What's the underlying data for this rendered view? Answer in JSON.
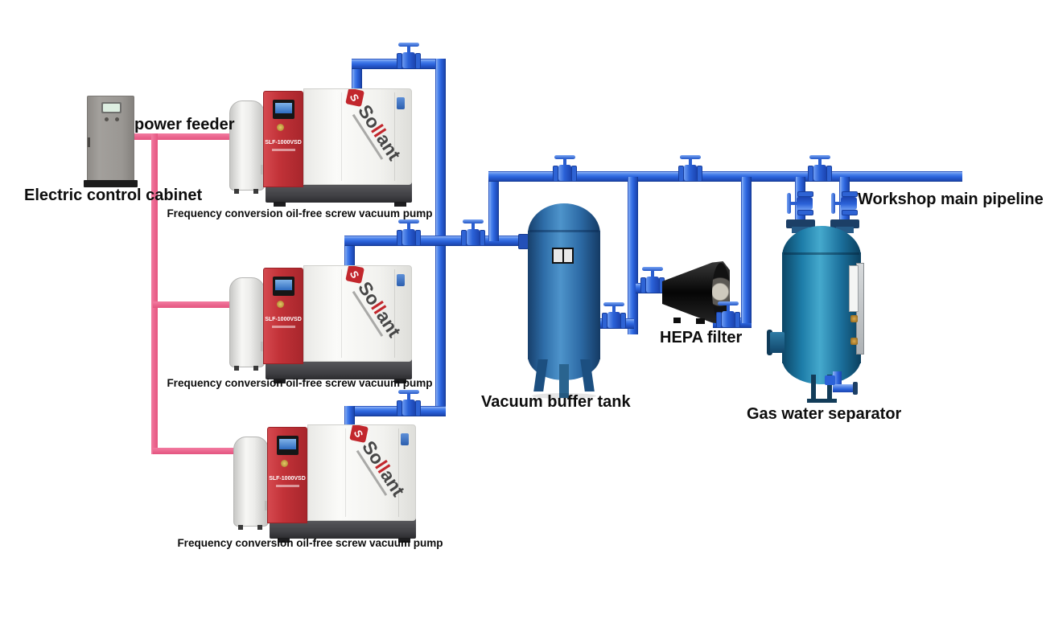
{
  "labels": {
    "power_feeder": "power feeder",
    "electric_control_cabinet": "Electric control cabinet",
    "vacuum_buffer_tank": "Vacuum buffer tank",
    "hepa_filter": "HEPA filter",
    "gas_water_separator": "Gas water separator",
    "workshop_main_pipeline": "Workshop main pipeline"
  },
  "brand": {
    "initial": "S",
    "p1": "So",
    "p2": "ll",
    "p3": "ant"
  },
  "pumps": [
    {
      "caption": "Frequency conversion oil-free screw vacuum pump",
      "model": "SLF-1000VSD"
    },
    {
      "caption": "Frequency conversion oil-free screw vacuum pump",
      "model": "SLF-1000VSD"
    },
    {
      "caption": "Frequency conversion oil-free screw vacuum pump",
      "model": "SLF-1000VSD"
    }
  ],
  "colors": {
    "pipe_blue": "#2b63dc",
    "power_line_pink": "#e95f86",
    "pump_red": "#c23238",
    "buffer_tank_blue": "#2e6da8",
    "separator_teal": "#1d7ca8",
    "hepa_black": "#141414",
    "cabinet_gray": "#9a9793"
  }
}
